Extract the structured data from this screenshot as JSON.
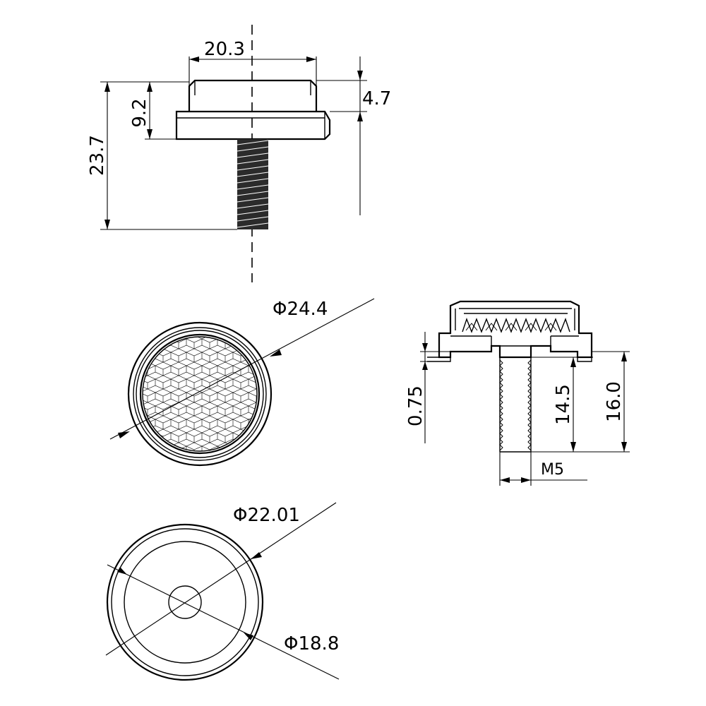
{
  "dimensions": {
    "top_width": "20.3",
    "cap_height": "4.7",
    "head_height": "9.2",
    "total_height": "23.7",
    "outer_diameter_top": "Φ24.4",
    "outer_diameter_bottom": "Φ22.01",
    "inner_diameter_bottom": "Φ18.8",
    "gap": "0.75",
    "thread_length": "14.5",
    "overall_length": "16.0",
    "thread_size": "M5"
  }
}
